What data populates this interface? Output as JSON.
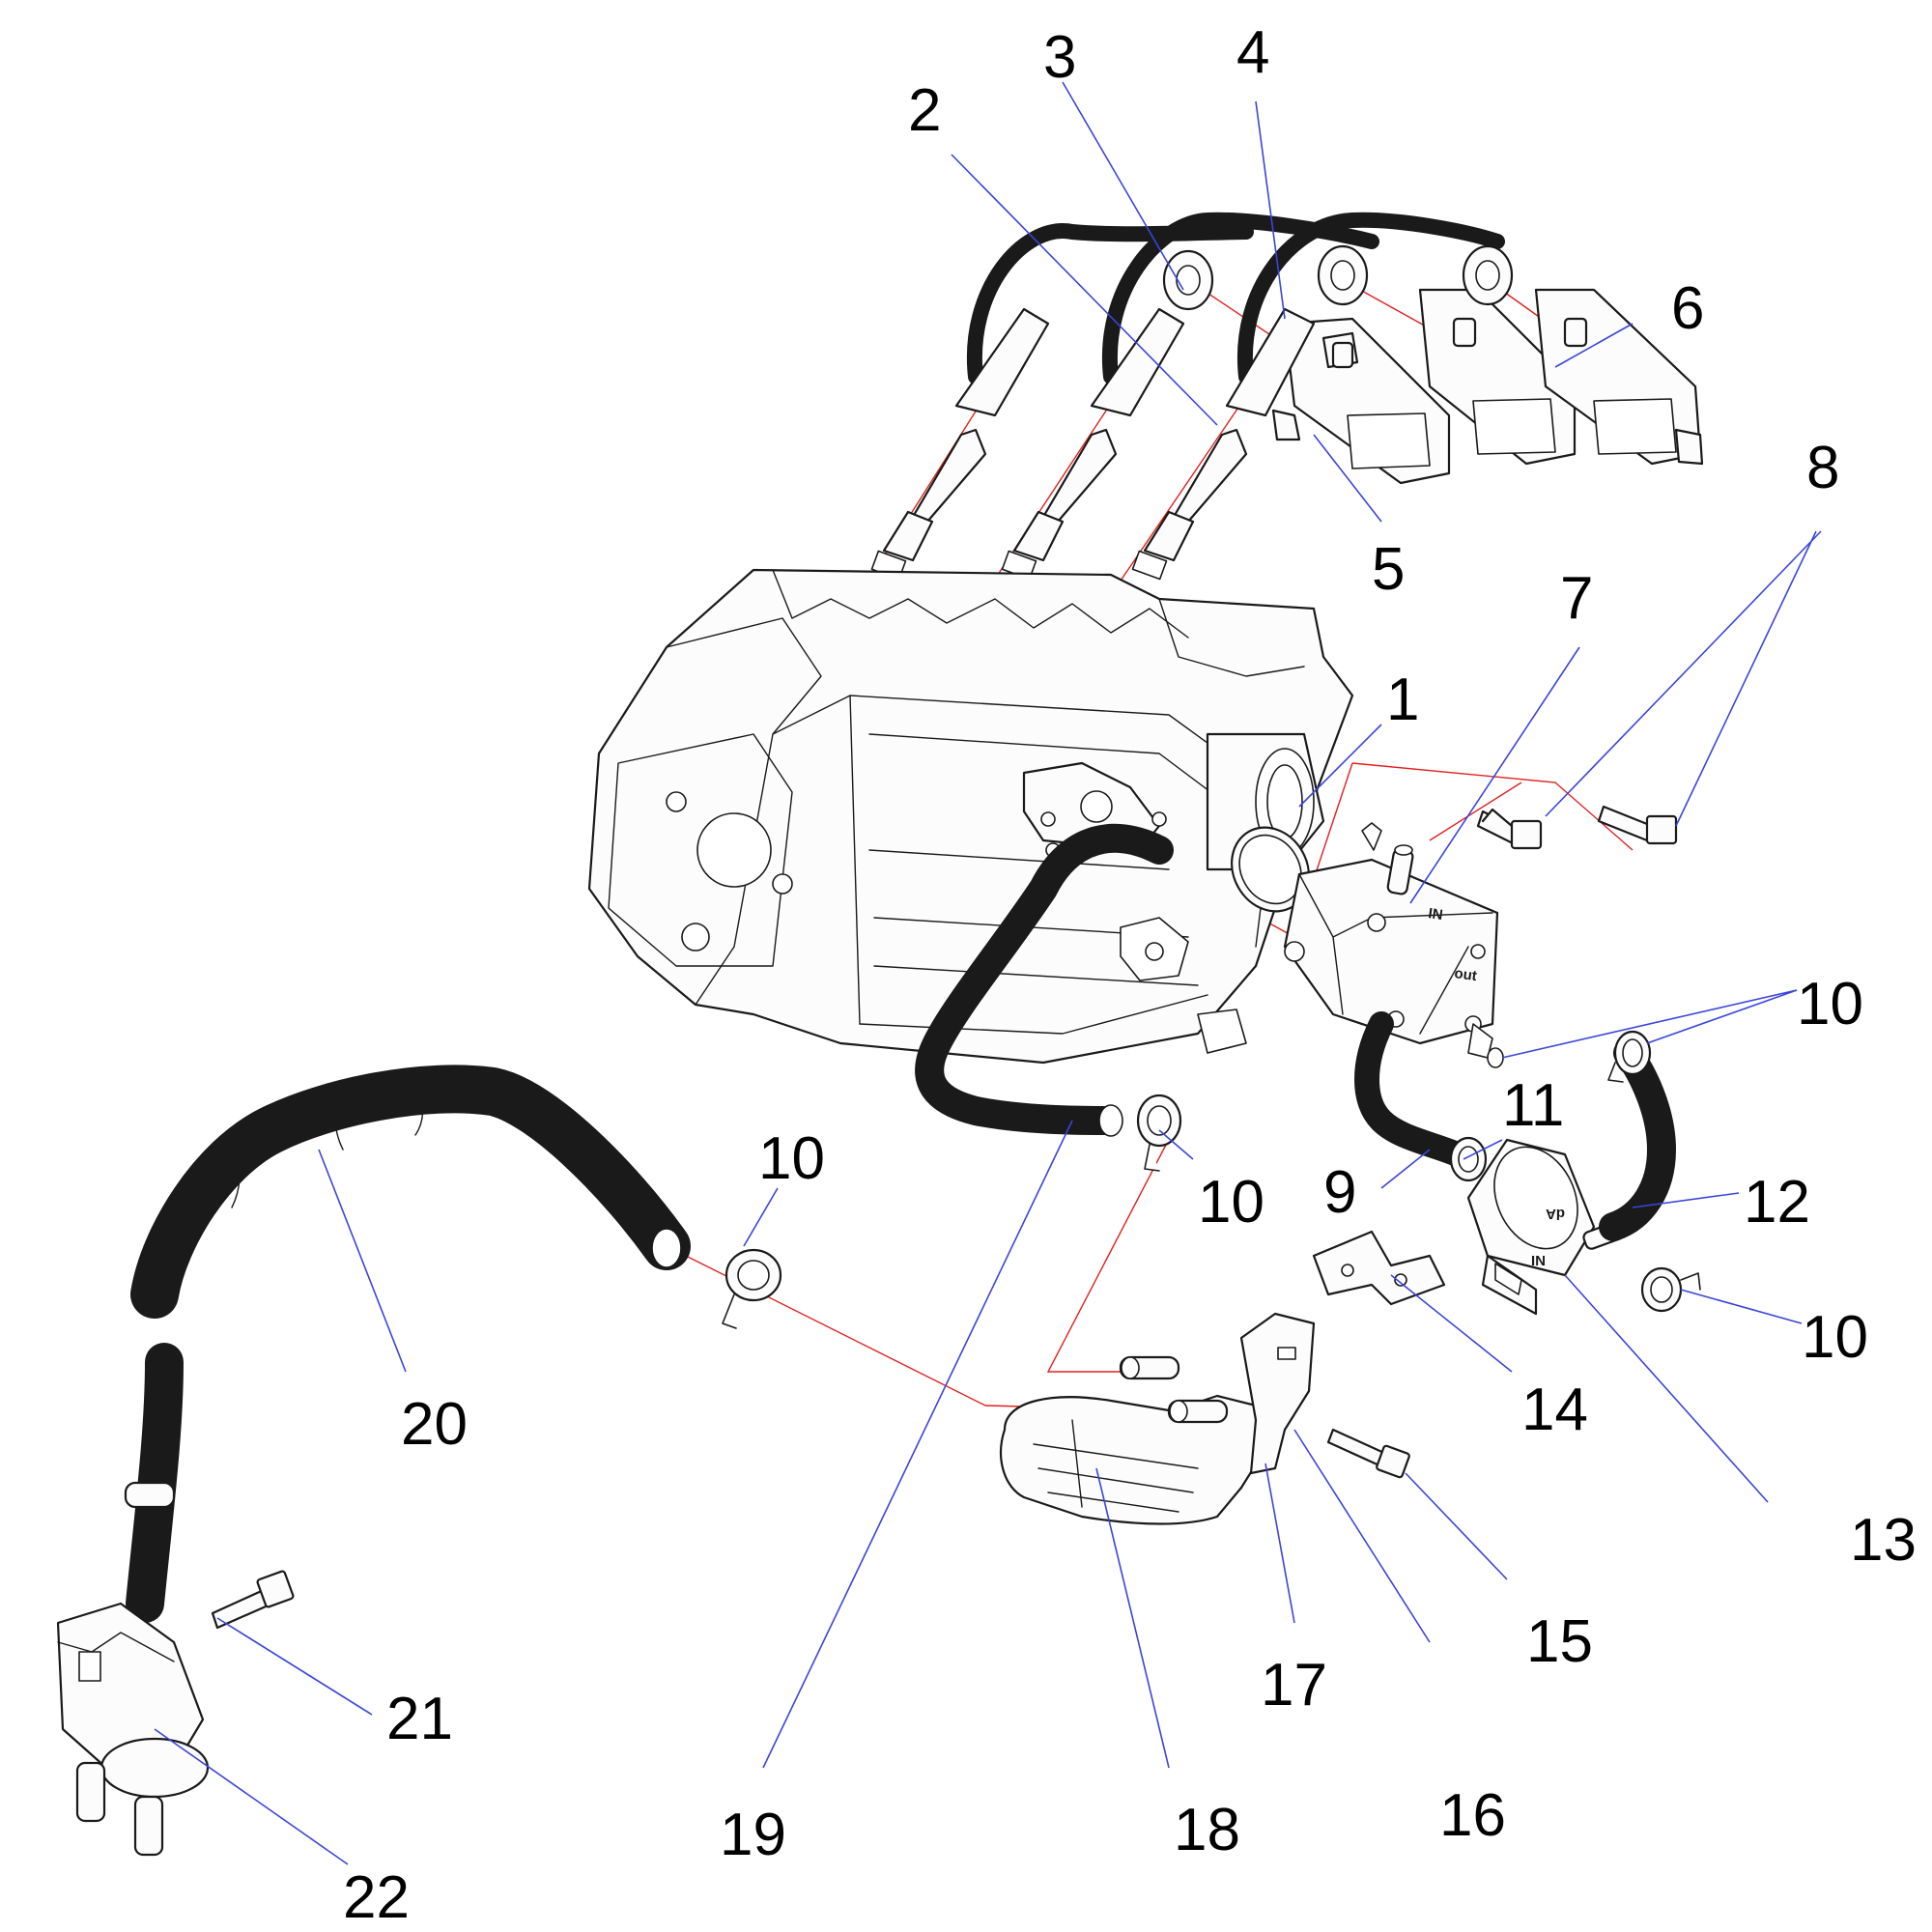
{
  "diagram": {
    "callouts": [
      {
        "id": "c1",
        "label": "1"
      },
      {
        "id": "c2",
        "label": "2"
      },
      {
        "id": "c3",
        "label": "3"
      },
      {
        "id": "c4",
        "label": "4"
      },
      {
        "id": "c5",
        "label": "5"
      },
      {
        "id": "c6",
        "label": "6"
      },
      {
        "id": "c7",
        "label": "7"
      },
      {
        "id": "c8",
        "label": "8"
      },
      {
        "id": "c9",
        "label": "9"
      },
      {
        "id": "c10a",
        "label": "10"
      },
      {
        "id": "c10b",
        "label": "10"
      },
      {
        "id": "c10c",
        "label": "10"
      },
      {
        "id": "c10d",
        "label": "10"
      },
      {
        "id": "c11",
        "label": "11"
      },
      {
        "id": "c12",
        "label": "12"
      },
      {
        "id": "c13",
        "label": "13"
      },
      {
        "id": "c14",
        "label": "14"
      },
      {
        "id": "c15",
        "label": "15"
      },
      {
        "id": "c16",
        "label": "16"
      },
      {
        "id": "c17",
        "label": "17"
      },
      {
        "id": "c18",
        "label": "18"
      },
      {
        "id": "c19",
        "label": "19"
      },
      {
        "id": "c20",
        "label": "20"
      },
      {
        "id": "c21",
        "label": "21"
      },
      {
        "id": "c22",
        "label": "22"
      }
    ],
    "markings": {
      "canister_in": "IN",
      "canister_out": "out",
      "filter_mark_1": "dA",
      "filter_mark_2": "NI"
    },
    "colors": {
      "leader_line": "#3b45d9",
      "assembly_line": "#e02020",
      "outline": "#1a1a1a",
      "background": "#ffffff"
    }
  }
}
